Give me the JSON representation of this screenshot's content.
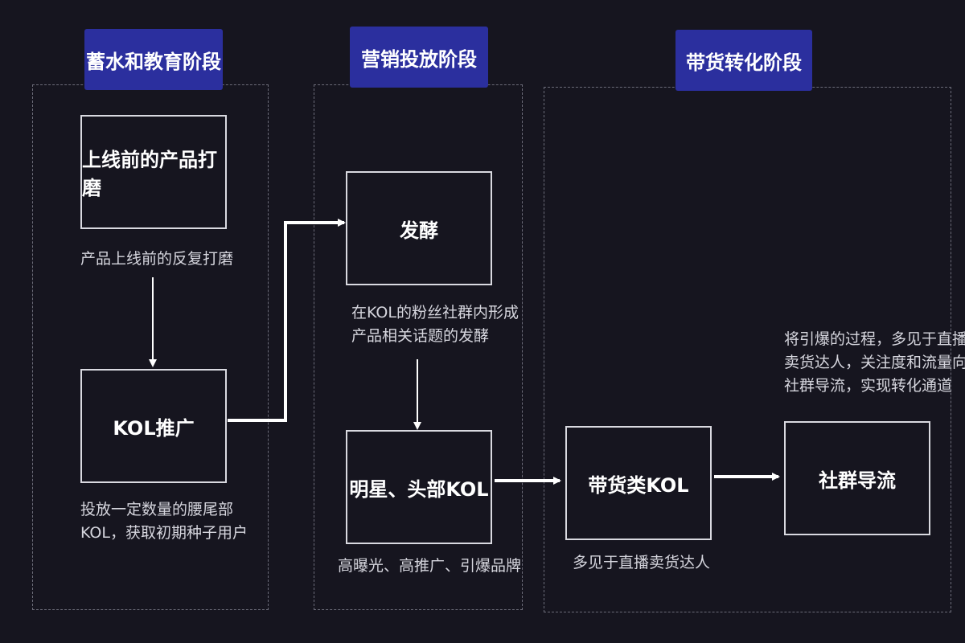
{
  "stages": [
    {
      "label": "蓄水和教育阶段"
    },
    {
      "label": "营销投放阶段"
    },
    {
      "label": "带货转化阶段"
    }
  ],
  "nodes": {
    "polish": {
      "title": "上线前的产品打磨",
      "desc": [
        "产品上线前的反复打磨"
      ]
    },
    "kol_promo": {
      "title": "KOL推广",
      "desc": [
        "投放一定数量的腰尾部",
        "KOL，获取初期种子用户"
      ]
    },
    "ferment": {
      "title": "发酵",
      "desc": [
        "在KOL的粉丝社群内形成",
        "产品相关话题的发酵"
      ]
    },
    "celebrity": {
      "title": "明星、头部KOL",
      "desc": [
        "高曝光、高推广、引爆品牌"
      ]
    },
    "sales_kol": {
      "title": "带货类KOL",
      "desc": [
        "多见于直播卖货达人"
      ]
    },
    "community": {
      "title": "社群导流",
      "desc": [
        "将引爆的过程，多见于直播",
        "卖货达人，关注度和流量向",
        "社群导流，实现转化通道"
      ]
    }
  }
}
